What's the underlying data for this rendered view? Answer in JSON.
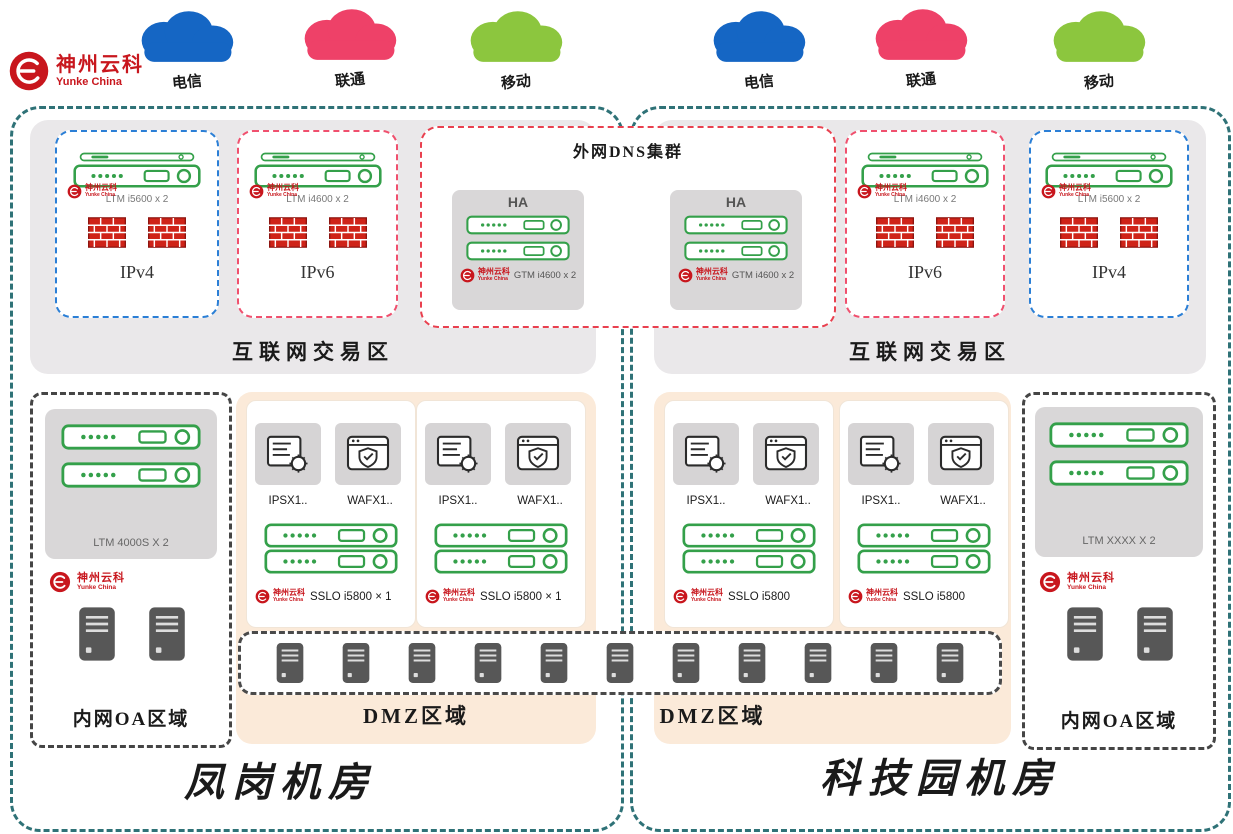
{
  "brand": {
    "name": "神州云科",
    "subtitle": "Yunke China",
    "color": "#c8161d"
  },
  "clouds": [
    {
      "label": "电信",
      "color": "#1566c4"
    },
    {
      "label": "联通",
      "color": "#ee4168"
    },
    {
      "label": "移动",
      "color": "#8cc63e"
    },
    {
      "label": "电信",
      "color": "#1566c4"
    },
    {
      "label": "联通",
      "color": "#ee4168"
    },
    {
      "label": "移动",
      "color": "#8cc63e"
    }
  ],
  "dns_cluster": {
    "title": "外网DNS集群",
    "ha": [
      {
        "title": "HA",
        "device_label": "GTM i4600 x 2"
      },
      {
        "title": "HA",
        "device_label": "GTM i4600 x 2"
      }
    ]
  },
  "left_dc": {
    "name": "凤岗机房",
    "internet_zone_label": "互联网交易区",
    "ipv4": {
      "device_label": "LTM i5600 x 2",
      "label": "IPv4"
    },
    "ipv6": {
      "device_label": "LTM i4600 x 2",
      "label": "IPv6"
    },
    "oa": {
      "device_label": "LTM 4000S X 2",
      "label": "内网OA区域"
    },
    "dmz": {
      "label": "DMZ区域",
      "groups": [
        {
          "ips_label": "IPSX1..",
          "waf_label": "WAFX1..",
          "device_label": "SSLO i5800 × 1"
        },
        {
          "ips_label": "IPSX1..",
          "waf_label": "WAFX1..",
          "device_label": "SSLO i5800 × 1"
        }
      ]
    }
  },
  "right_dc": {
    "name": "科技园机房",
    "internet_zone_label": "互联网交易区",
    "ipv6": {
      "device_label": "LTM i4600 x 2",
      "label": "IPv6"
    },
    "ipv4": {
      "device_label": "LTM i5600 x 2",
      "label": "IPv4"
    },
    "oa": {
      "device_label": "LTM XXXX X 2",
      "label": "内网OA区域"
    },
    "dmz": {
      "label": "DMZ区域",
      "groups": [
        {
          "ips_label": "IPSX1..",
          "waf_label": "WAFX1..",
          "device_label": "SSLO i5800"
        },
        {
          "ips_label": "IPSX1..",
          "waf_label": "WAFX1..",
          "device_label": "SSLO i5800"
        }
      ]
    }
  },
  "server_strip": {
    "server_count": 11
  },
  "colors": {
    "frame_teal": "#2f7277",
    "ipv4_blue": "#2b7fd6",
    "ipv6_pink": "#f0506e",
    "dns_red": "#e9404f",
    "zone_gray": "#eae8ea",
    "dmz_peach": "#fbead9",
    "appliance_green": "#34a04a",
    "firewall_red": "#cf2318"
  },
  "icons": {
    "cloud": "cloud-shape",
    "firewall": "red-brick-wall",
    "appliance": "green-rack-unit",
    "server": "tower-server",
    "ips": "terminal-gear",
    "waf": "browser-shield",
    "logo": "red-swirl"
  }
}
